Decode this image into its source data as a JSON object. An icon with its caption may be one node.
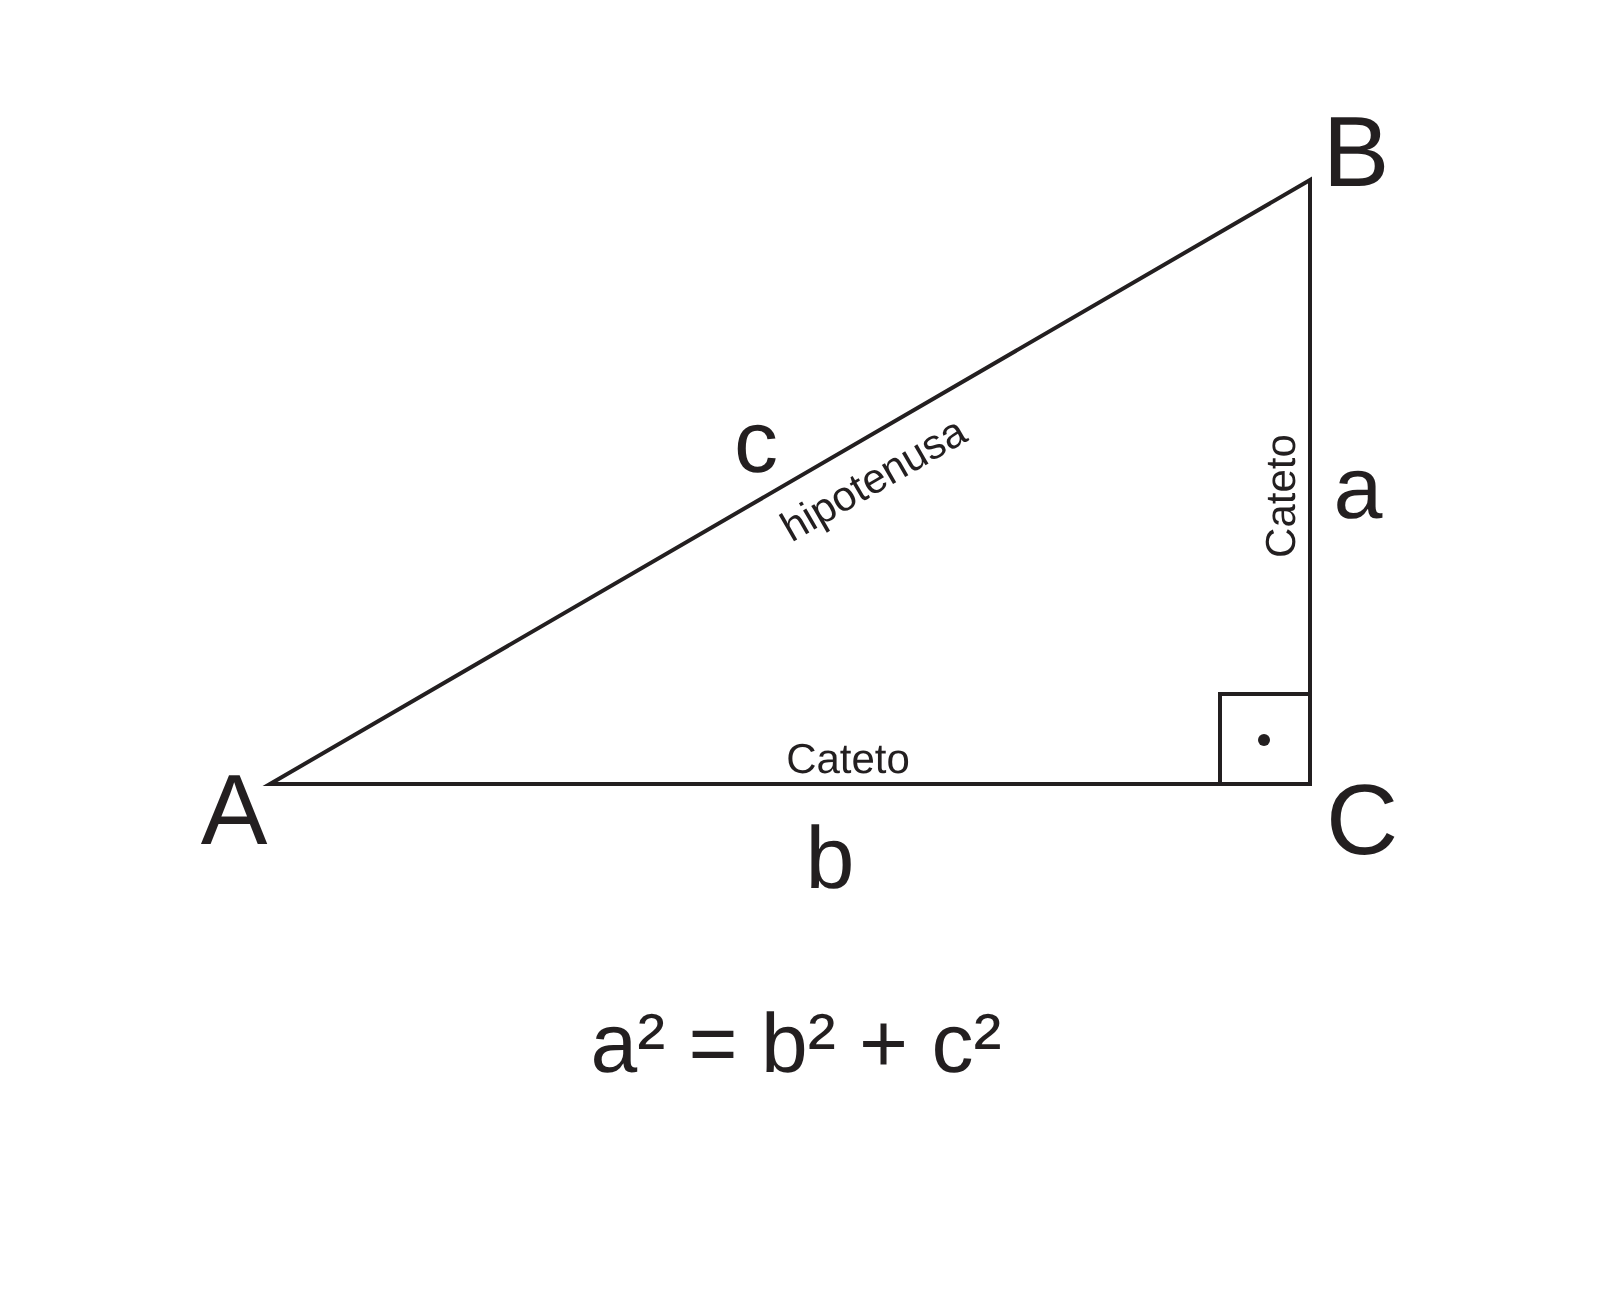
{
  "diagram": {
    "labels": [
      "B",
      "c",
      "hipotenusa",
      "Cateto",
      "a",
      "A",
      "Cateto",
      "C",
      "b",
      "a² = b² + c²"
    ]
  }
}
